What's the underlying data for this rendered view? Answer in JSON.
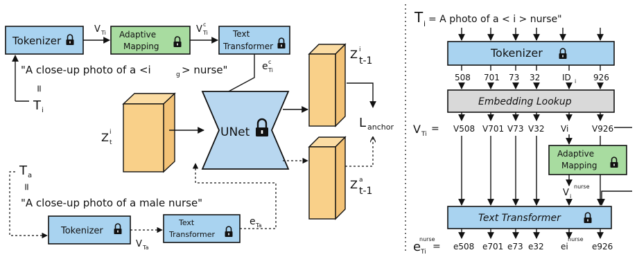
{
  "left": {
    "tokenizer_label": "Tokenizer",
    "adaptive_mapping_label_1": "Adaptive",
    "adaptive_mapping_label_2": "Mapping",
    "text_transformer_label_1": "Text",
    "text_transformer_label_2": "Transformer",
    "v_ti": "V",
    "v_ti_sub": "Ti",
    "v_ti_c": "V",
    "v_ti_c_sup": "c",
    "v_ti_c_sub": "Ti",
    "e_ti_c": "e",
    "e_ti_c_sup": "c",
    "e_ti_c_sub": "Ti",
    "prompt_i": "\"A close-up photo of a <i",
    "prompt_i_sub": "g",
    "prompt_i_end": "> nurse\"",
    "eq_sign": "=",
    "ti_label": "T",
    "ti_sub": "i",
    "z_ti": "Z",
    "z_ti_sub": "t",
    "z_ti_sup": "i",
    "unet_label": "UNet",
    "z_out_i": "Z",
    "z_out_i_sup": "i",
    "z_out_i_sub": "t-1",
    "z_out_a": "Z",
    "z_out_a_sup": "a",
    "z_out_a_sub": "t-1",
    "loss": "L",
    "loss_sub": "anchor",
    "ta_label": "T",
    "ta_sub": "a",
    "prompt_a": "\"A close-up photo of a male nurse\"",
    "tokenizer2_label": "Tokenizer",
    "text_transformer2_label_1": "Text",
    "text_transformer2_label_2": "Transformer",
    "v_ta": "V",
    "v_ta_sub": "Ta",
    "e_ta": "e",
    "e_ta_sub": "Ta"
  },
  "right": {
    "title_t": "T",
    "title_sub": "i",
    "title_rest": " =  A  photo  of  a   < i >  nurse\"",
    "tokenizer_label": "Tokenizer",
    "token_ids": [
      "508",
      "701",
      "73",
      "32",
      "ID",
      "926"
    ],
    "token_id_sub": "i",
    "embedding_label": "Embedding   Lookup",
    "v_label": "V",
    "v_sub": "Ti",
    "vectors": [
      "V508",
      "V701",
      "V73",
      "V32",
      "Vi",
      "V926"
    ],
    "adaptive_mapping_label_1": "Adaptive",
    "adaptive_mapping_label_2": "Mapping",
    "vi_nurse": "V",
    "vi_nurse_sub": "i",
    "vi_nurse_sup": "nurse",
    "text_transformer_label": "Text  Transformer",
    "e_label": "e",
    "e_label_sub": "Ti",
    "e_label_sup": "nurse",
    "outputs": [
      "e508",
      "e701",
      "e73",
      "e32",
      "ei",
      "e926"
    ],
    "output_nurse_sup": "nurse"
  }
}
